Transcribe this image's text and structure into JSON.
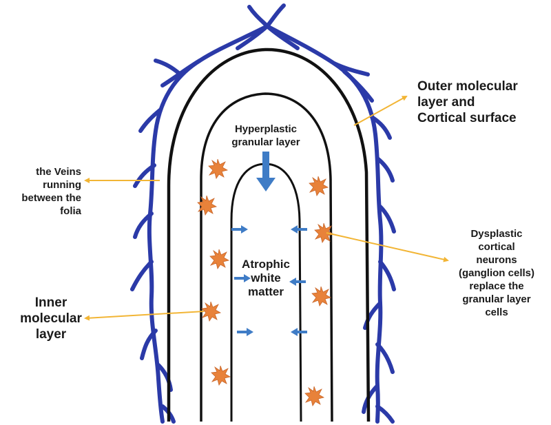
{
  "labels": {
    "outer_molecular": [
      "Outer molecular",
      "layer and",
      "Cortical surface"
    ],
    "veins": [
      "the Veins",
      "running",
      "between the",
      "folia"
    ],
    "hyperplastic": [
      "Hyperplastic",
      "granular layer"
    ],
    "atrophic": [
      "Atrophic",
      "white",
      "matter"
    ],
    "dysplastic": [
      "Dysplastic",
      "cortical",
      "neurons",
      "(ganglion cells)",
      "replace the",
      "granular layer",
      "cells"
    ],
    "inner_molecular": [
      "Inner",
      "molecular",
      "layer"
    ]
  },
  "colors": {
    "vein": "#2b3aa8",
    "outline": "#111111",
    "leader": "#f2b535",
    "arrow": "#3f7cc6",
    "cell_fill": "#e8823a",
    "cell_stroke": "#c8662a"
  },
  "icons": {
    "cell": "starburst-cell-icon",
    "arrow": "arrow-icon"
  }
}
